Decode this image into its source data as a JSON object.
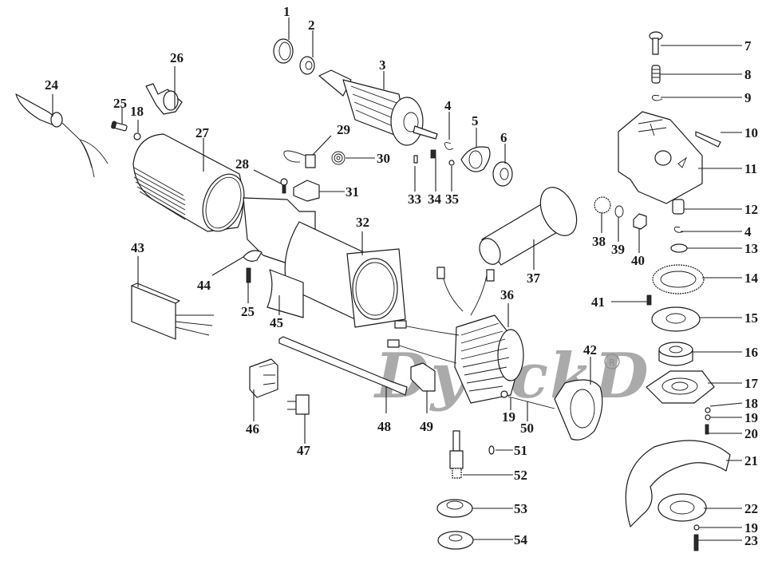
{
  "diagram": {
    "subject": "Angle grinder exploded parts view",
    "watermark": {
      "text": "DyackD",
      "registered_mark": "®",
      "color": "#8e8e8e"
    },
    "ink_color": "#1a1a1a",
    "parts": [
      {
        "id": "p1",
        "label": "1",
        "description": "bearing seal ring"
      },
      {
        "id": "p2",
        "label": "2",
        "description": "ball bearing (rear)"
      },
      {
        "id": "p3",
        "label": "3",
        "description": "armature / rotor"
      },
      {
        "id": "p4a",
        "label": "4",
        "description": "retaining clip (armature side)"
      },
      {
        "id": "p5",
        "label": "5",
        "description": "bearing plate"
      },
      {
        "id": "p6",
        "label": "6",
        "description": "ball bearing (front)"
      },
      {
        "id": "p7",
        "label": "7",
        "description": "spindle lock button"
      },
      {
        "id": "p8",
        "label": "8",
        "description": "spring"
      },
      {
        "id": "p9",
        "label": "9",
        "description": "circlip"
      },
      {
        "id": "p10",
        "label": "10",
        "description": "self-tapping screw"
      },
      {
        "id": "p11",
        "label": "11",
        "description": "gear housing"
      },
      {
        "id": "p12",
        "label": "12",
        "description": "needle bearing"
      },
      {
        "id": "p4b",
        "label": "4",
        "description": "retaining clip (spindle side)"
      },
      {
        "id": "p13",
        "label": "13",
        "description": "washer"
      },
      {
        "id": "p14",
        "label": "14",
        "description": "bevel gear"
      },
      {
        "id": "p15",
        "label": "15",
        "description": "bearing retaining plate"
      },
      {
        "id": "p16",
        "label": "16",
        "description": "ball bearing (spindle)"
      },
      {
        "id": "p17",
        "label": "17",
        "description": "bearing cover"
      },
      {
        "id": "p18a",
        "label": "18",
        "description": "spring washer (cover)"
      },
      {
        "id": "p19a",
        "label": "19",
        "description": "washer (cover)"
      },
      {
        "id": "p20",
        "label": "20",
        "description": "screw"
      },
      {
        "id": "p21",
        "label": "21",
        "description": "wheel guard"
      },
      {
        "id": "p22",
        "label": "22",
        "description": "guard clamp ring"
      },
      {
        "id": "p19b",
        "label": "19",
        "description": "washer (guard)"
      },
      {
        "id": "p23",
        "label": "23",
        "description": "screw"
      },
      {
        "id": "p24",
        "label": "24",
        "description": "power cord"
      },
      {
        "id": "p25a",
        "label": "25",
        "description": "screw (cord clamp)"
      },
      {
        "id": "p18b",
        "label": "18",
        "description": "washer (cord clamp)"
      },
      {
        "id": "p26",
        "label": "26",
        "description": "cord guard"
      },
      {
        "id": "p27",
        "label": "27",
        "description": "rear cover"
      },
      {
        "id": "p28",
        "label": "28",
        "description": "screw"
      },
      {
        "id": "p29",
        "label": "29",
        "description": "carbon brush"
      },
      {
        "id": "p30",
        "label": "30",
        "description": "brush spring"
      },
      {
        "id": "p31",
        "label": "31",
        "description": "brush holder"
      },
      {
        "id": "p32",
        "label": "32",
        "description": "motor housing"
      },
      {
        "id": "p33",
        "label": "33",
        "description": "pin"
      },
      {
        "id": "p34",
        "label": "34",
        "description": "screw"
      },
      {
        "id": "p35",
        "label": "35",
        "description": "washer"
      },
      {
        "id": "p36",
        "label": "36",
        "description": "stator"
      },
      {
        "id": "p37",
        "label": "37",
        "description": "auxiliary handle"
      },
      {
        "id": "p38",
        "label": "38",
        "description": "pinion gear"
      },
      {
        "id": "p39",
        "label": "39",
        "description": "spring washer"
      },
      {
        "id": "p40",
        "label": "40",
        "description": "nut"
      },
      {
        "id": "p41",
        "label": "41",
        "description": "screw"
      },
      {
        "id": "p42",
        "label": "42",
        "description": "air guide ring"
      },
      {
        "id": "p43",
        "label": "43",
        "description": "switch"
      },
      {
        "id": "p44",
        "label": "44",
        "description": "cord clamp"
      },
      {
        "id": "p25b",
        "label": "25",
        "description": "screw (cord clamp)"
      },
      {
        "id": "p45",
        "label": "45",
        "description": "label"
      },
      {
        "id": "p46",
        "label": "46",
        "description": "terminal block"
      },
      {
        "id": "p47",
        "label": "47",
        "description": "capacitor"
      },
      {
        "id": "p48",
        "label": "48",
        "description": "switch rod"
      },
      {
        "id": "p49",
        "label": "49",
        "description": "switch button"
      },
      {
        "id": "p19c",
        "label": "19",
        "description": "washer (stator)"
      },
      {
        "id": "p50",
        "label": "50",
        "description": "stator screw"
      },
      {
        "id": "p51",
        "label": "51",
        "description": "key"
      },
      {
        "id": "p52",
        "label": "52",
        "description": "spindle"
      },
      {
        "id": "p53",
        "label": "53",
        "description": "inner flange"
      },
      {
        "id": "p54",
        "label": "54",
        "description": "outer flange nut"
      }
    ]
  }
}
